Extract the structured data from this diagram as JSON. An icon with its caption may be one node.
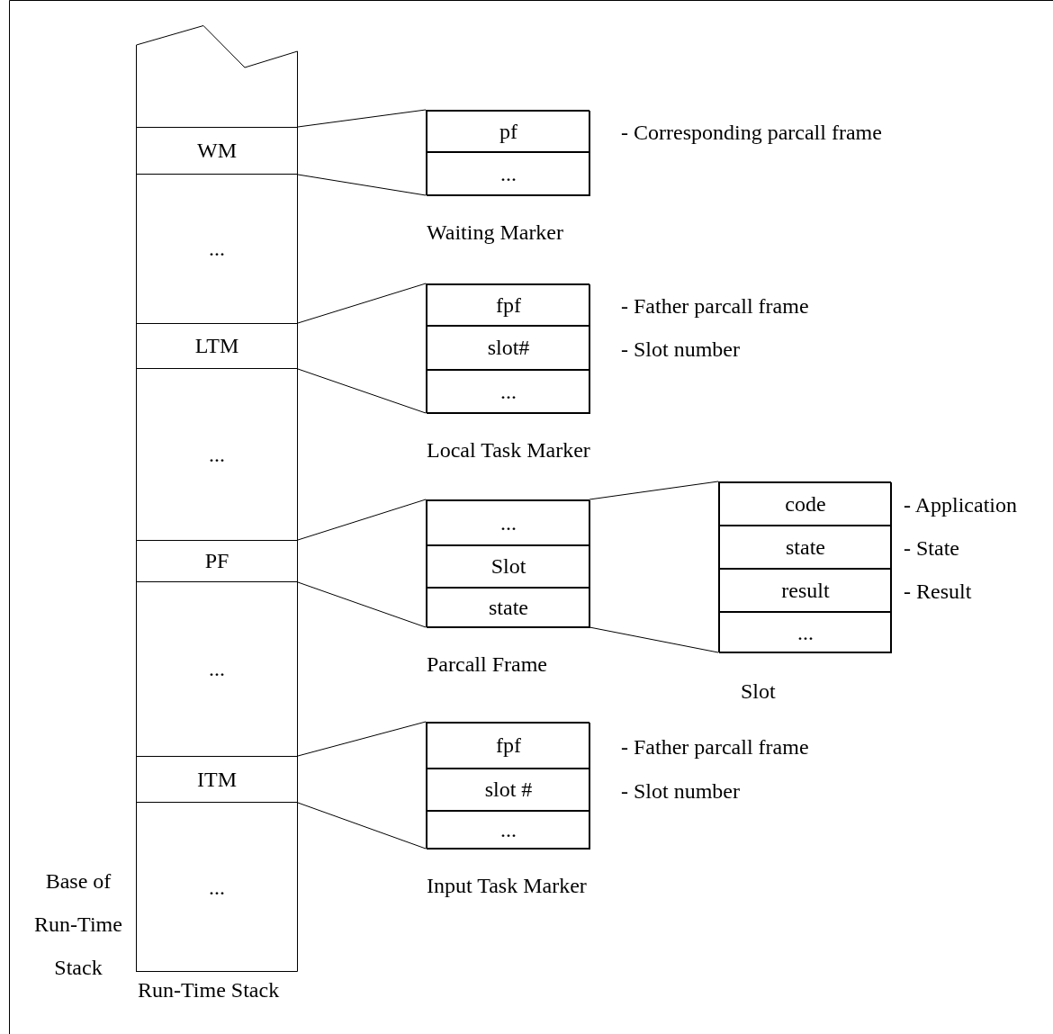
{
  "diagram": {
    "nodes": [
      {
        "text": [
          "Run-Time Stack"
        ]
      },
      {
        "text": [
          "WM"
        ],
        "in": 0
      },
      {
        "text": [
          "..."
        ],
        "in": 0
      },
      {
        "text": [
          "LTM"
        ],
        "in": 0
      },
      {
        "text": [
          "..."
        ],
        "in": 0
      },
      {
        "text": [
          "PF"
        ],
        "in": 0
      },
      {
        "text": [
          "..."
        ],
        "in": 0
      },
      {
        "text": [
          "ITM"
        ],
        "in": 0
      },
      {
        "text": [
          "..."
        ],
        "in": 0
      },
      {
        "text": [
          "Waiting Marker"
        ]
      },
      {
        "text": [
          "pf"
        ],
        "in": 9,
        "beside": [
          "- Corresponding parcall frame"
        ]
      },
      {
        "text": [
          "..."
        ],
        "in": 9
      },
      {
        "text": [
          "Local Task Marker"
        ]
      },
      {
        "text": [
          "fpf"
        ],
        "in": 12,
        "beside": [
          "- Father parcall frame"
        ]
      },
      {
        "text": [
          "slot#"
        ],
        "in": 12,
        "beside": [
          "- Slot number"
        ]
      },
      {
        "text": [
          "..."
        ],
        "in": 12
      },
      {
        "text": [
          "Parcall Frame"
        ]
      },
      {
        "text": [
          "..."
        ],
        "in": 16
      },
      {
        "text": [
          "Slot"
        ],
        "in": 16
      },
      {
        "text": [
          "state"
        ],
        "in": 16
      },
      {
        "text": [
          "Slot"
        ]
      },
      {
        "text": [
          "code"
        ],
        "in": 20,
        "beside": [
          "- Application"
        ]
      },
      {
        "text": [
          "state"
        ],
        "in": 20,
        "beside": [
          "- State"
        ]
      },
      {
        "text": [
          "result"
        ],
        "in": 20,
        "beside": [
          "- Result"
        ]
      },
      {
        "text": [
          "..."
        ],
        "in": 20
      },
      {
        "text": [
          "Input Task Marker"
        ]
      },
      {
        "text": [
          "fpf"
        ],
        "in": 25,
        "beside": [
          "- Father parcall frame"
        ]
      },
      {
        "text": [
          "slot #"
        ],
        "in": 25,
        "beside": [
          "- Slot number"
        ]
      },
      {
        "text": [
          "..."
        ],
        "in": 25
      }
    ],
    "edges": [
      {
        "from": 1,
        "to": 9,
        "arrow": "none"
      },
      {
        "from": 1,
        "to": 9,
        "arrow": "none"
      },
      {
        "from": 3,
        "to": 12,
        "arrow": "none"
      },
      {
        "from": 3,
        "to": 12,
        "arrow": "none"
      },
      {
        "from": 5,
        "to": 16,
        "arrow": "none"
      },
      {
        "from": 5,
        "to": 16,
        "arrow": "none"
      },
      {
        "from": 16,
        "to": 20,
        "arrow": "none"
      },
      {
        "from": 16,
        "to": 20,
        "arrow": "none"
      },
      {
        "from": 7,
        "to": 25,
        "arrow": "none"
      },
      {
        "from": 7,
        "to": 25,
        "arrow": "none"
      }
    ],
    "labels": [
      "Base of Run-Time Stack"
    ]
  }
}
